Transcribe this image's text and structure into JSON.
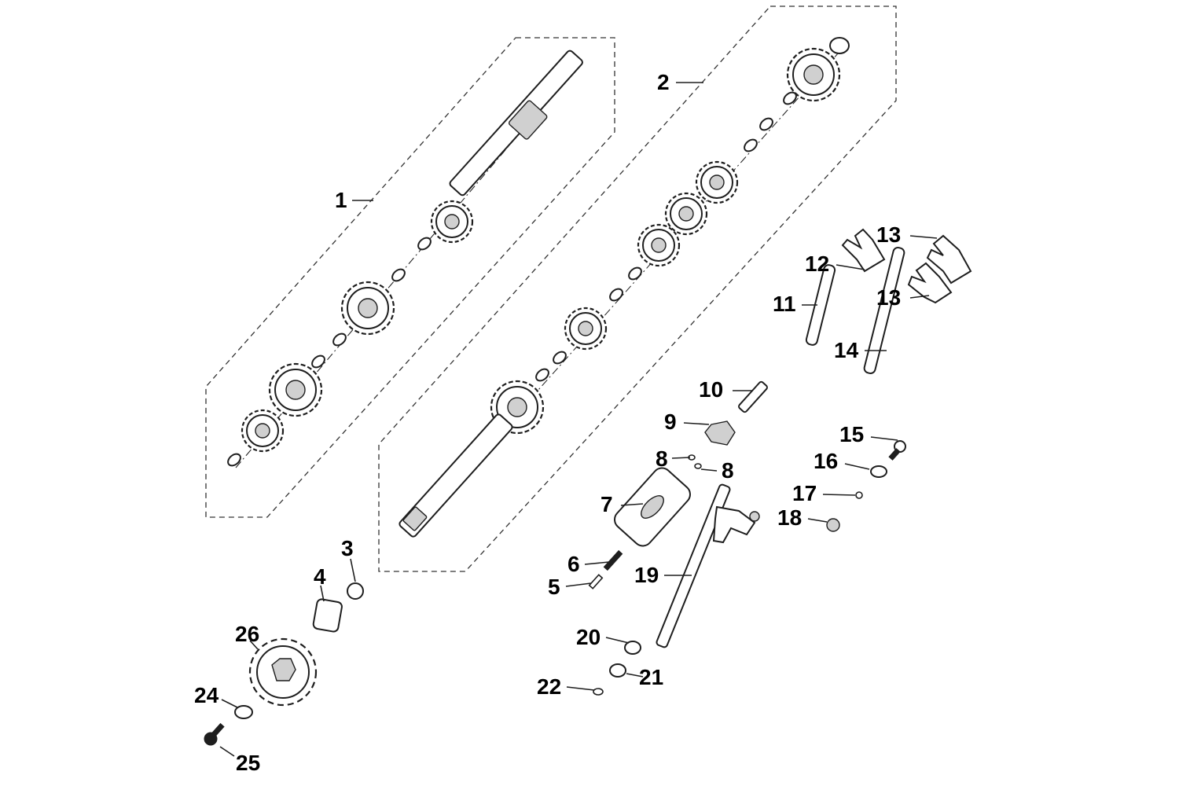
{
  "diagram": {
    "type": "exploded-parts-diagram",
    "callouts": [
      {
        "id": "c1",
        "label": "1"
      },
      {
        "id": "c2",
        "label": "2"
      },
      {
        "id": "c3",
        "label": "3"
      },
      {
        "id": "c4",
        "label": "4"
      },
      {
        "id": "c5",
        "label": "5"
      },
      {
        "id": "c6",
        "label": "6"
      },
      {
        "id": "c7",
        "label": "7"
      },
      {
        "id": "c8a",
        "label": "8"
      },
      {
        "id": "c8b",
        "label": "8"
      },
      {
        "id": "c9",
        "label": "9"
      },
      {
        "id": "c10",
        "label": "10"
      },
      {
        "id": "c11",
        "label": "11"
      },
      {
        "id": "c12",
        "label": "12"
      },
      {
        "id": "c13a",
        "label": "13"
      },
      {
        "id": "c13b",
        "label": "13"
      },
      {
        "id": "c14",
        "label": "14"
      },
      {
        "id": "c15",
        "label": "15"
      },
      {
        "id": "c16",
        "label": "16"
      },
      {
        "id": "c17",
        "label": "17"
      },
      {
        "id": "c18",
        "label": "18"
      },
      {
        "id": "c19",
        "label": "19"
      },
      {
        "id": "c20",
        "label": "20"
      },
      {
        "id": "c21",
        "label": "21"
      },
      {
        "id": "c22",
        "label": "22"
      },
      {
        "id": "c24",
        "label": "24"
      },
      {
        "id": "c25",
        "label": "25"
      },
      {
        "id": "c26",
        "label": "26"
      }
    ]
  }
}
